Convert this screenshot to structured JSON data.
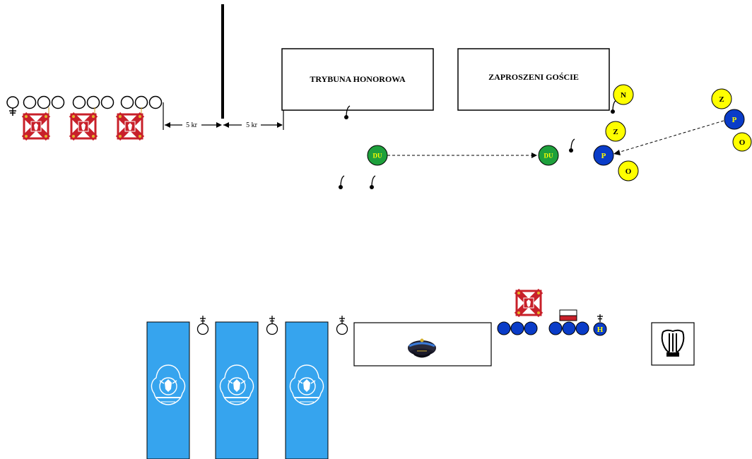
{
  "tribunes": {
    "honorowa": "TRYBUNA HONOROWA",
    "goscie": "ZAPROSZENI GOŚCIE"
  },
  "distances": {
    "left": "5 kr",
    "right": "5 kr"
  },
  "markers": {
    "du": "DU",
    "n": "N",
    "z": "Z",
    "p": "P",
    "o": "O",
    "h": "H"
  },
  "colors": {
    "green": "#1ea03c",
    "yellow": "#ffff00",
    "blue": "#0a3cc8",
    "banner_blue": "#36a4ee",
    "flag_red": "#c8202a",
    "frame": "#000000"
  },
  "icons": {
    "banner": "fire-brigade-banner-icon",
    "cap": "officer-cap-icon",
    "lyre": "lyre-icon",
    "flag": "polish-flag-icon",
    "colors_flag": "regimental-colors-icon"
  }
}
